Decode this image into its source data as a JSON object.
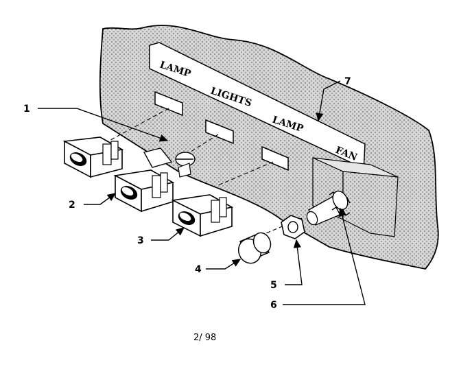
{
  "panel": {
    "labels": [
      "LAMP",
      "LIGHTS",
      "LAMP",
      "FAN"
    ]
  },
  "callouts": [
    "1",
    "2",
    "3",
    "4",
    "5",
    "6",
    "7"
  ],
  "footer": {
    "code": "2/ 98"
  }
}
